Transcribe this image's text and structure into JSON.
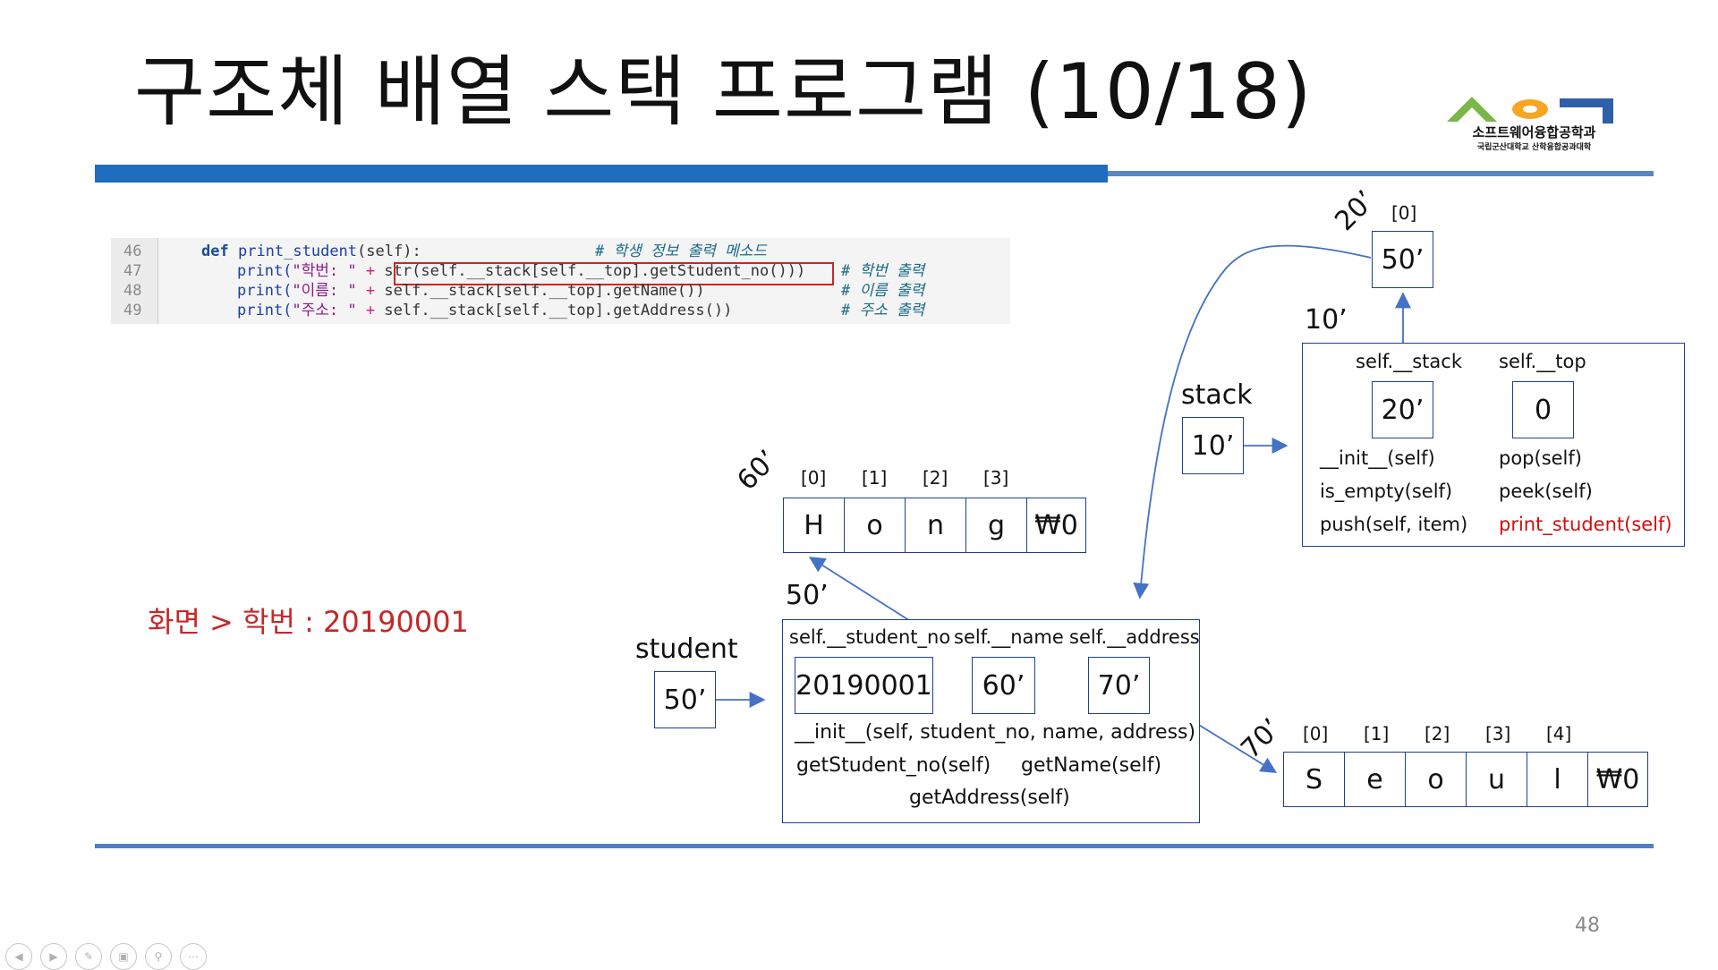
{
  "slide": {
    "title": "구조체 배열 스택 프로그램 (10/18)",
    "page_number": "48",
    "logo": {
      "text": "소프트웨어융합공학과",
      "subtext": "국립군산대학교 산학융합공과대학"
    }
  },
  "code": {
    "line_numbers": [
      "46",
      "47",
      "48",
      "49"
    ],
    "line46": {
      "def": "def",
      "name": "print_student",
      "rest": "(self):",
      "comment": "# 학생 정보 출력 메소드"
    },
    "line47": {
      "print": "print(",
      "str": "\"학번: \"",
      "plus": "+",
      "rest": "str(self.__stack[self.__top].getStudent_no()))",
      "comment": "# 학번 출력"
    },
    "line48": {
      "print": "print(",
      "str": "\"이름: \"",
      "plus": "+",
      "rest": "self.__stack[self.__top].getName())",
      "comment": "# 이름 출력"
    },
    "line49": {
      "print": "print(",
      "str": "\"주소: \"",
      "plus": "+",
      "rest": "self.__stack[self.__top].getAddress())",
      "comment": "# 주소 출력"
    }
  },
  "result_text": "화면 > 학번 : 20190001",
  "diagram": {
    "top_array": {
      "addr": "20’",
      "index": "[0]",
      "value": "50’"
    },
    "stack_object": {
      "addr": "10’",
      "field_stack": "self.__stack",
      "field_top": "self.__top",
      "stack_value": "20’",
      "top_value": "0",
      "methods_left": [
        "__init__(self)",
        "is_empty(self)",
        "push(self, item)"
      ],
      "methods_right": [
        "pop(self)",
        "peek(self)"
      ],
      "method_highlight": "print_student(self)"
    },
    "stack_var": {
      "label": "stack",
      "value": "10’"
    },
    "name_array": {
      "addr": "60’",
      "indices": [
        "[0]",
        "[1]",
        "[2]",
        "[3]"
      ],
      "cells": [
        "H",
        "o",
        "n",
        "g",
        "₩0"
      ]
    },
    "student_object": {
      "addr": "50’",
      "field_no": "self.__student_no",
      "field_name": "self.__name",
      "field_address": "self.__address",
      "no_value": "20190001",
      "name_value": "60’",
      "address_value": "70’",
      "init_method": "__init__(self, student_no, name, address)",
      "method_no": "getStudent_no(self)",
      "method_name": "getName(self)",
      "method_address": "getAddress(self)"
    },
    "student_var": {
      "label": "student",
      "value": "50’"
    },
    "address_array": {
      "addr": "70’",
      "indices": [
        "[0]",
        "[1]",
        "[2]",
        "[3]",
        "[4]"
      ],
      "cells": [
        "S",
        "e",
        "o",
        "u",
        "l",
        "₩0"
      ]
    }
  },
  "toolbar_icons": [
    "prev-icon",
    "next-icon",
    "pen-icon",
    "slides-icon",
    "zoom-icon",
    "more-icon"
  ],
  "colors": {
    "accent_blue": "#1f6dbf",
    "highlight_red": "#c62828",
    "diagram_blue": "#4472c4"
  }
}
